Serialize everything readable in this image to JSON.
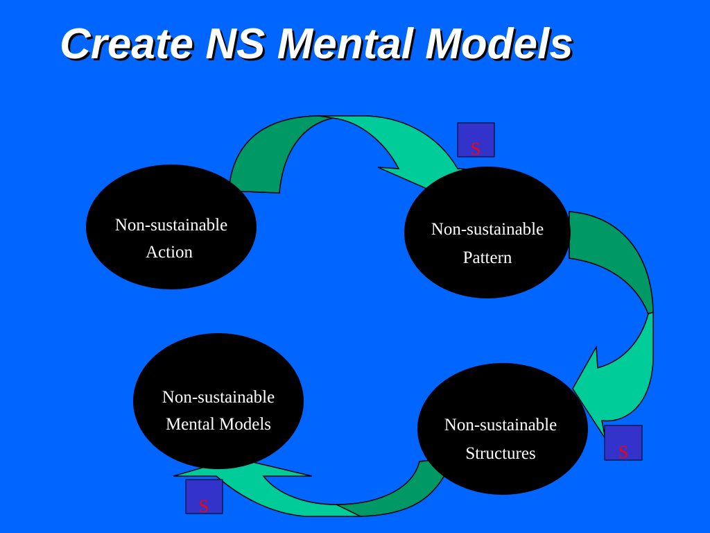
{
  "title": "Create NS Mental Models",
  "nodes": {
    "action": {
      "line1": "Non-sustainable",
      "line2": "Action"
    },
    "pattern": {
      "line1": "Non-sustainable",
      "line2": "Pattern"
    },
    "structures": {
      "line1": "Non-sustainable",
      "line2": "Structures"
    },
    "mental_models": {
      "line1": "Non-sustainable",
      "line2": "Mental Models"
    }
  },
  "s_markers": {
    "top": "S",
    "right": "S",
    "bottom": "S"
  },
  "colors": {
    "background": "#0066ff",
    "node_fill": "#000000",
    "arrow_light": "#00cc99",
    "arrow_dark": "#009966",
    "marker_fill": "#3333cc",
    "marker_text": "#ff0000"
  }
}
